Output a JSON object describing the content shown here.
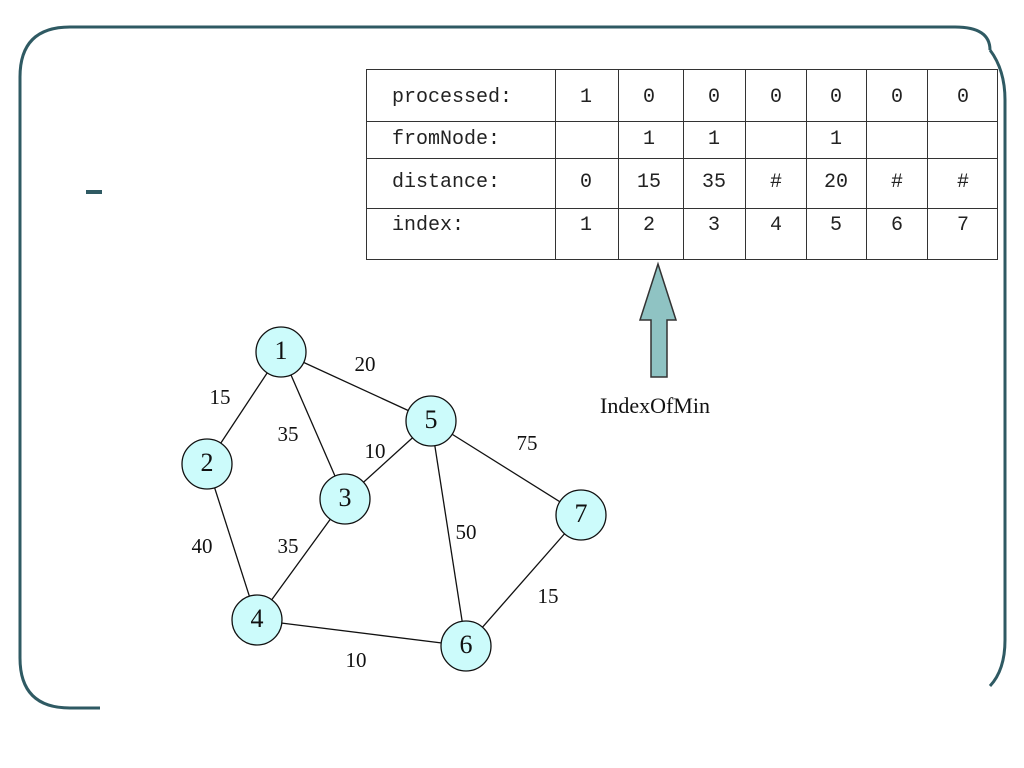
{
  "table": {
    "rows": [
      {
        "label": "processed:",
        "cells": [
          "1",
          "0",
          "0",
          "0",
          "0",
          "0",
          "0"
        ]
      },
      {
        "label": "fromNode:",
        "cells": [
          "",
          "1",
          "1",
          "",
          "1",
          "",
          ""
        ]
      },
      {
        "label": "distance:",
        "cells": [
          "0",
          "15",
          "35",
          "#",
          "20",
          "#",
          "#"
        ]
      },
      {
        "label": "index:",
        "cells": [
          "1",
          "2",
          "3",
          "4",
          "5",
          "6",
          "7"
        ]
      }
    ]
  },
  "pointer_label": "IndexOfMin",
  "graph": {
    "nodes": [
      "1",
      "2",
      "3",
      "4",
      "5",
      "6",
      "7"
    ],
    "edges": [
      {
        "from": "1",
        "to": "2",
        "weight": "15"
      },
      {
        "from": "1",
        "to": "5",
        "weight": "20"
      },
      {
        "from": "1",
        "to": "3",
        "weight": "35"
      },
      {
        "from": "3",
        "to": "5",
        "weight": "10"
      },
      {
        "from": "2",
        "to": "4",
        "weight": "40"
      },
      {
        "from": "3",
        "to": "4",
        "weight": "35"
      },
      {
        "from": "5",
        "to": "6",
        "weight": "50"
      },
      {
        "from": "5",
        "to": "7",
        "weight": "75"
      },
      {
        "from": "7",
        "to": "6",
        "weight": "15"
      },
      {
        "from": "4",
        "to": "6",
        "weight": "10"
      }
    ]
  },
  "colors": {
    "frame": "#2f5a63",
    "node_fill": "#ccfbfb",
    "arrow_fill": "#8fc3c3"
  }
}
